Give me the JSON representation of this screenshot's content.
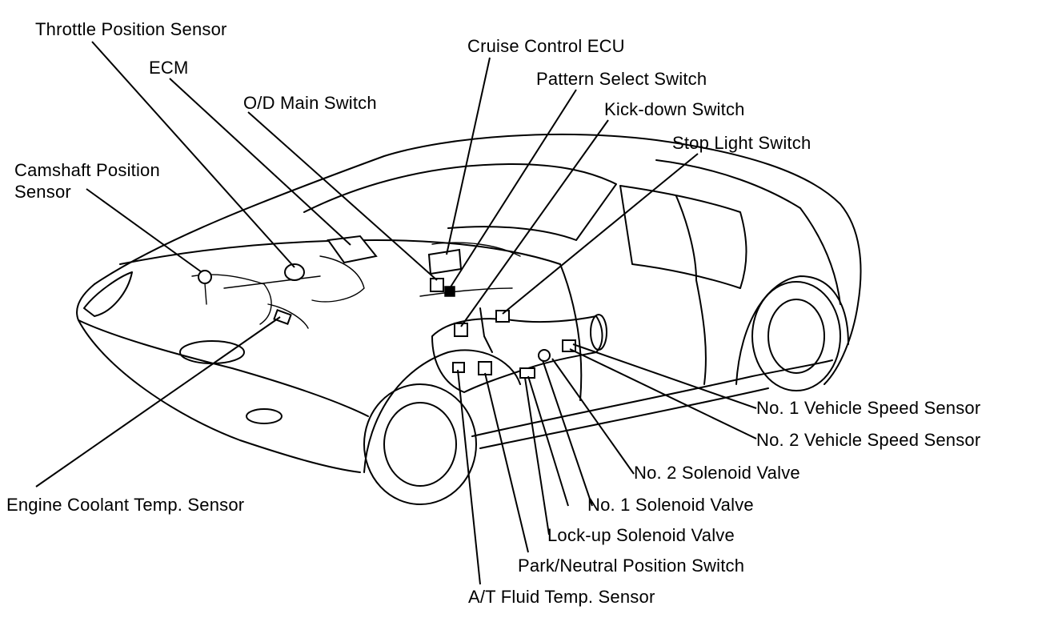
{
  "labels": {
    "throttle_position_sensor": "Throttle Position Sensor",
    "ecm": "ECM",
    "od_main_switch": "O/D Main Switch",
    "camshaft_position_sensor_line1": "Camshaft Position",
    "camshaft_position_sensor_line2": "Sensor",
    "cruise_control_ecu": "Cruise Control ECU",
    "pattern_select_switch": "Pattern Select Switch",
    "kick_down_switch": "Kick-down Switch",
    "stop_light_switch": "Stop Light Switch",
    "no1_vehicle_speed_sensor": "No. 1 Vehicle Speed Sensor",
    "no2_vehicle_speed_sensor": "No. 2 Vehicle Speed Sensor",
    "no2_solenoid_valve": "No. 2 Solenoid Valve",
    "no1_solenoid_valve": "No. 1 Solenoid Valve",
    "lockup_solenoid_valve": "Lock-up Solenoid Valve",
    "park_neutral_position_switch": "Park/Neutral Position Switch",
    "engine_coolant_temp_sensor": "Engine Coolant Temp. Sensor",
    "at_fluid_temp_sensor": "A/T Fluid Temp. Sensor"
  }
}
